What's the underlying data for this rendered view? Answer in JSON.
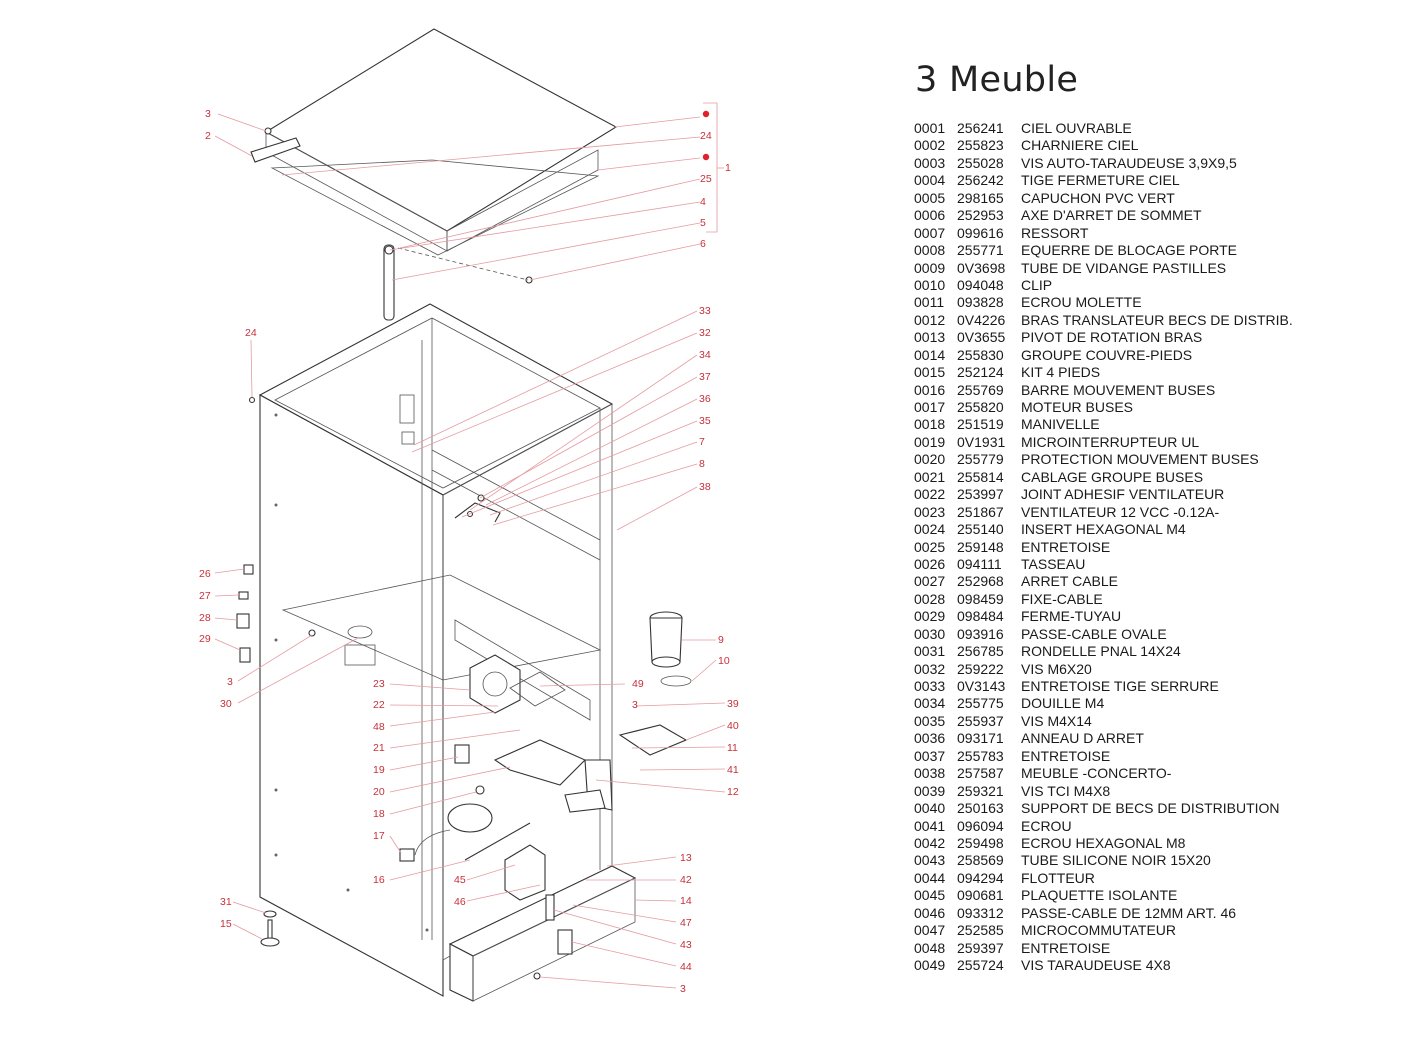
{
  "legend": {
    "title": "3 Meuble",
    "parts": [
      {
        "num": "0001",
        "ref": "256241",
        "desc": "CIEL OUVRABLE"
      },
      {
        "num": "0002",
        "ref": "255823",
        "desc": "CHARNIERE CIEL"
      },
      {
        "num": "0003",
        "ref": "255028",
        "desc": "VIS AUTO-TARAUDEUSE 3,9X9,5"
      },
      {
        "num": "0004",
        "ref": "256242",
        "desc": "TIGE FERMETURE CIEL"
      },
      {
        "num": "0005",
        "ref": "298165",
        "desc": "CAPUCHON PVC VERT"
      },
      {
        "num": "0006",
        "ref": "252953",
        "desc": "AXE D'ARRET DE SOMMET"
      },
      {
        "num": "0007",
        "ref": "099616",
        "desc": "RESSORT"
      },
      {
        "num": "0008",
        "ref": "255771",
        "desc": "EQUERRE DE BLOCAGE PORTE"
      },
      {
        "num": "0009",
        "ref": "0V3698",
        "desc": "TUBE DE VIDANGE PASTILLES"
      },
      {
        "num": "0010",
        "ref": "094048",
        "desc": "CLIP"
      },
      {
        "num": "0011",
        "ref": "093828",
        "desc": "ECROU MOLETTE"
      },
      {
        "num": "0012",
        "ref": "0V4226",
        "desc": "BRAS TRANSLATEUR BECS DE DISTRIB."
      },
      {
        "num": "0013",
        "ref": "0V3655",
        "desc": "PIVOT DE ROTATION BRAS"
      },
      {
        "num": "0014",
        "ref": "255830",
        "desc": "GROUPE COUVRE-PIEDS"
      },
      {
        "num": "0015",
        "ref": "252124",
        "desc": "KIT 4 PIEDS"
      },
      {
        "num": "0016",
        "ref": "255769",
        "desc": "BARRE MOUVEMENT BUSES"
      },
      {
        "num": "0017",
        "ref": "255820",
        "desc": "MOTEUR BUSES"
      },
      {
        "num": "0018",
        "ref": "251519",
        "desc": "MANIVELLE"
      },
      {
        "num": "0019",
        "ref": "0V1931",
        "desc": "MICROINTERRUPTEUR UL"
      },
      {
        "num": "0020",
        "ref": "255779",
        "desc": "PROTECTION MOUVEMENT BUSES"
      },
      {
        "num": "0021",
        "ref": "255814",
        "desc": "CABLAGE GROUPE BUSES"
      },
      {
        "num": "0022",
        "ref": "253997",
        "desc": "JOINT ADHESIF VENTILATEUR"
      },
      {
        "num": "0023",
        "ref": "251867",
        "desc": "VENTILATEUR 12 VCC -0.12A-"
      },
      {
        "num": "0024",
        "ref": "255140",
        "desc": "INSERT HEXAGONAL M4"
      },
      {
        "num": "0025",
        "ref": "259148",
        "desc": "ENTRETOISE"
      },
      {
        "num": "0026",
        "ref": "094111",
        "desc": "TASSEAU"
      },
      {
        "num": "0027",
        "ref": "252968",
        "desc": "ARRET CABLE"
      },
      {
        "num": "0028",
        "ref": "098459",
        "desc": "FIXE-CABLE"
      },
      {
        "num": "0029",
        "ref": "098484",
        "desc": "FERME-TUYAU"
      },
      {
        "num": "0030",
        "ref": "093916",
        "desc": "PASSE-CABLE OVALE"
      },
      {
        "num": "0031",
        "ref": "256785",
        "desc": "RONDELLE PNAL 14X24"
      },
      {
        "num": "0032",
        "ref": "259222",
        "desc": "VIS M6X20"
      },
      {
        "num": "0033",
        "ref": "0V3143",
        "desc": "ENTRETOISE TIGE SERRURE"
      },
      {
        "num": "0034",
        "ref": "255775",
        "desc": "DOUILLE M4"
      },
      {
        "num": "0035",
        "ref": "255937",
        "desc": "VIS M4X14"
      },
      {
        "num": "0036",
        "ref": "093171",
        "desc": "ANNEAU D ARRET"
      },
      {
        "num": "0037",
        "ref": "255783",
        "desc": "ENTRETOISE"
      },
      {
        "num": "0038",
        "ref": "257587",
        "desc": "MEUBLE -CONCERTO-"
      },
      {
        "num": "0039",
        "ref": "259321",
        "desc": "VIS TCI M4X8"
      },
      {
        "num": "0040",
        "ref": "250163",
        "desc": "SUPPORT DE BECS DE DISTRIBUTION"
      },
      {
        "num": "0041",
        "ref": "096094",
        "desc": "ECROU"
      },
      {
        "num": "0042",
        "ref": "259498",
        "desc": "ECROU HEXAGONAL M8"
      },
      {
        "num": "0043",
        "ref": "258569",
        "desc": "TUBE SILICONE NOIR 15X20"
      },
      {
        "num": "0044",
        "ref": "094294",
        "desc": "FLOTTEUR"
      },
      {
        "num": "0045",
        "ref": "090681",
        "desc": "PLAQUETTE ISOLANTE"
      },
      {
        "num": "0046",
        "ref": "093312",
        "desc": "PASSE-CABLE DE 12MM ART. 46"
      },
      {
        "num": "0047",
        "ref": "252585",
        "desc": "MICROCOMMUTATEUR"
      },
      {
        "num": "0048",
        "ref": "259397",
        "desc": "ENTRETOISE"
      },
      {
        "num": "0049",
        "ref": "255724",
        "desc": "VIS TARAUDEUSE 4X8"
      }
    ]
  },
  "callouts": {
    "c3a": "3",
    "c2": "2",
    "c24a": "24",
    "c25": "25",
    "c4": "4",
    "c5": "5",
    "c6": "6",
    "c1": "1",
    "c24b": "24",
    "c33": "33",
    "c32": "32",
    "c34": "34",
    "c37": "37",
    "c36": "36",
    "c35": "35",
    "c7": "7",
    "c8": "8",
    "c38": "38",
    "c26": "26",
    "c27": "27",
    "c28": "28",
    "c29": "29",
    "c3b": "3",
    "c30": "30",
    "c9": "9",
    "c10": "10",
    "c23": "23",
    "c22": "22",
    "c48": "48",
    "c49": "49",
    "c3c": "3",
    "c39": "39",
    "c40": "40",
    "c21": "21",
    "c19": "19",
    "c11": "11",
    "c41": "41",
    "c20": "20",
    "c12": "12",
    "c18": "18",
    "c17": "17",
    "c16": "16",
    "c13": "13",
    "c45": "45",
    "c42": "42",
    "c46": "46",
    "c14": "14",
    "c31": "31",
    "c47": "47",
    "c15": "15",
    "c43": "43",
    "c44": "44",
    "c3d": "3"
  },
  "colors": {
    "callout": "#c8303a",
    "marker": "#e0202a"
  }
}
